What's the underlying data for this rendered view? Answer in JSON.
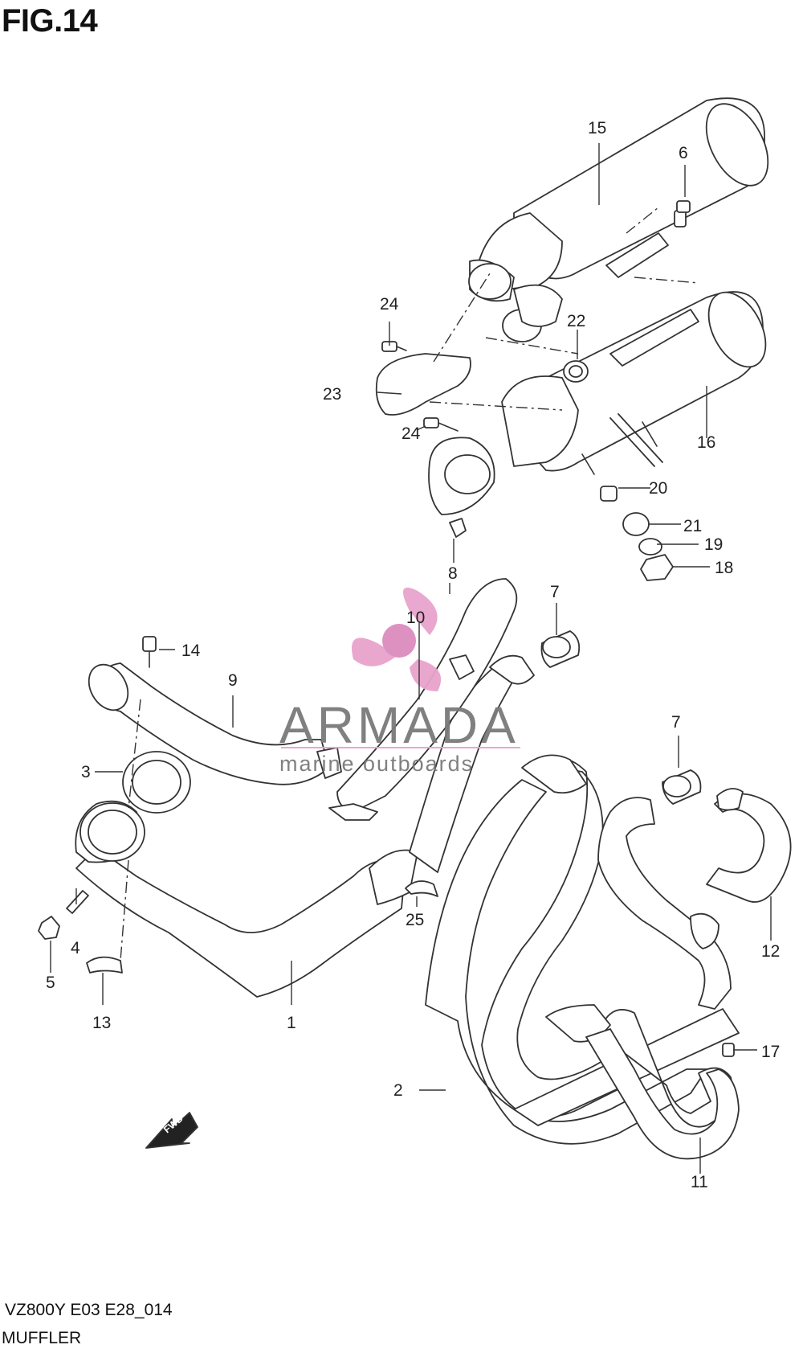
{
  "figure": {
    "title": "FIG.14",
    "model_code": "VZ800Y E03 E28_014",
    "section_name": "MUFFLER"
  },
  "watermark": {
    "brand": "ARMADA",
    "tagline": "marine outboards",
    "logo_color": "#e8a3cc",
    "logo_center_color": "#dc8cbe"
  },
  "fwd_arrow": {
    "label": "FWD"
  },
  "callouts": {
    "p1": "1",
    "p2": "2",
    "p3": "3",
    "p4": "4",
    "p5": "5",
    "p6": "6",
    "p7a": "7",
    "p7b": "7",
    "p8": "8",
    "p9": "9",
    "p10": "10",
    "p11": "11",
    "p12": "12",
    "p13": "13",
    "p14": "14",
    "p15": "15",
    "p16": "16",
    "p17": "17",
    "p18": "18",
    "p19": "19",
    "p20": "20",
    "p21": "21",
    "p22": "22",
    "p23": "23",
    "p24a": "24",
    "p24b": "24",
    "p25": "25"
  }
}
